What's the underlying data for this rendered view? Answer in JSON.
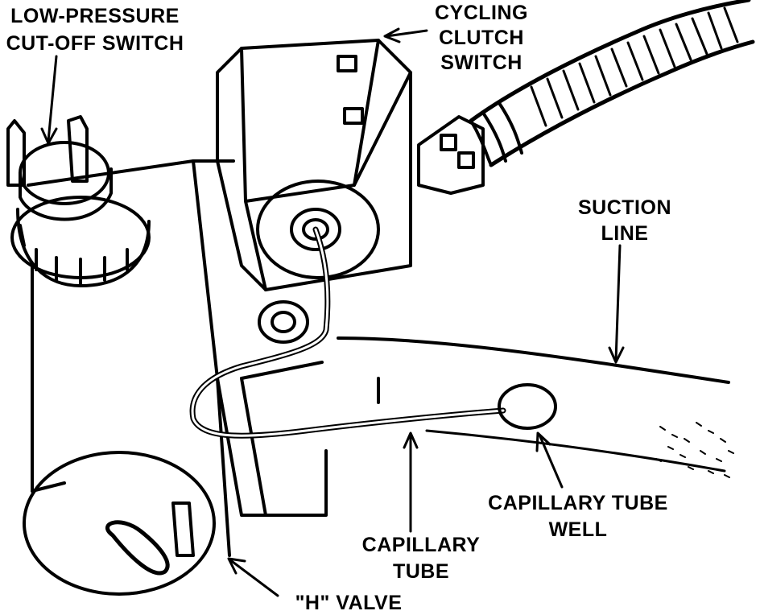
{
  "labels": {
    "low_pressure_line1": "LOW-PRESSURE",
    "low_pressure_line2": "CUT-OFF SWITCH",
    "cycling_line1": "CYCLING",
    "cycling_line2": "CLUTCH",
    "cycling_line3": "SWITCH",
    "suction_line1": "SUCTION",
    "suction_line2": "LINE",
    "well_line1": "CAPILLARY TUBE",
    "well_line2": "WELL",
    "cap_tube_line1": "CAPILLARY",
    "cap_tube_line2": "TUBE",
    "h_valve": "\"H\" VALVE"
  },
  "colors": {
    "ink": "#000000",
    "paper": "#ffffff"
  }
}
